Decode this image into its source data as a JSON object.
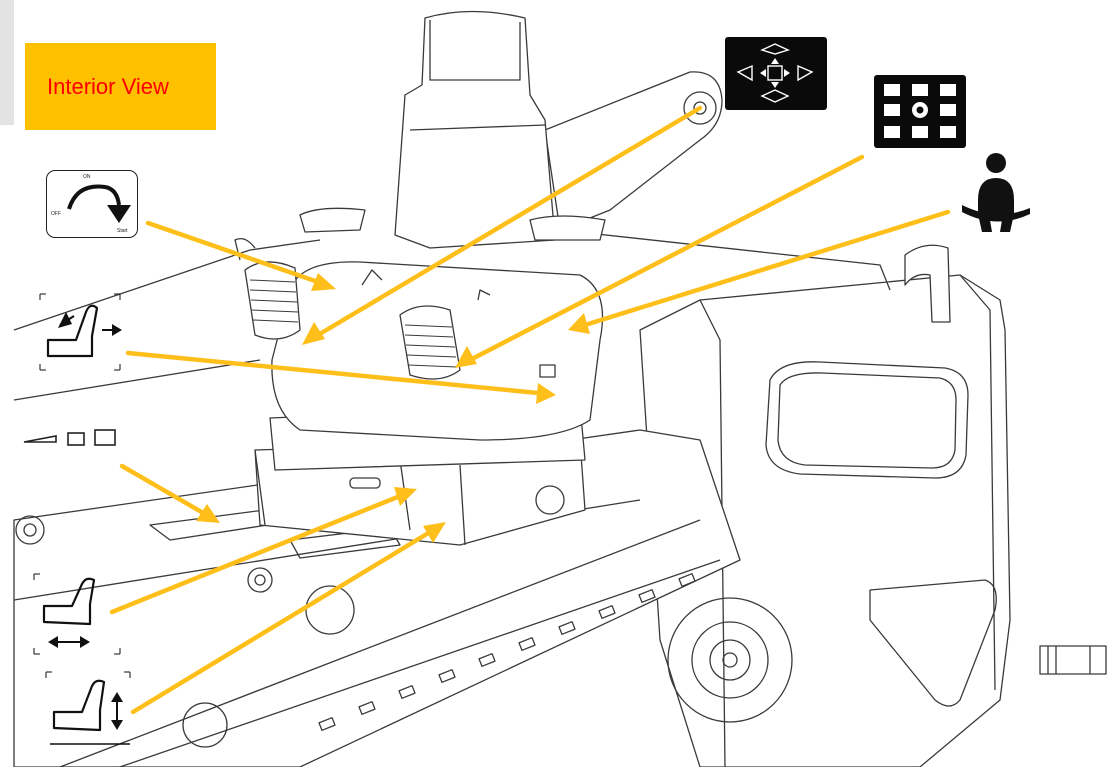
{
  "title": "Interior View",
  "colors": {
    "title_bg": "#ffc000",
    "title_text": "#ff0000",
    "arrow": "#ffbf1a",
    "line_art": "#3a3a3a",
    "icon_tile": "#0a0a0a"
  },
  "ignition_switch": {
    "on_label": "ON",
    "off_label": "OFF",
    "start_label": "Start"
  },
  "icons": [
    "ignition-switch-icon",
    "seat-backrest-tilt-icon",
    "bucket-indicator-icon",
    "seat-fore-aft-icon",
    "seat-height-icon",
    "joystick-pattern-icon",
    "control-pattern-icon",
    "seatbelt-icon"
  ]
}
